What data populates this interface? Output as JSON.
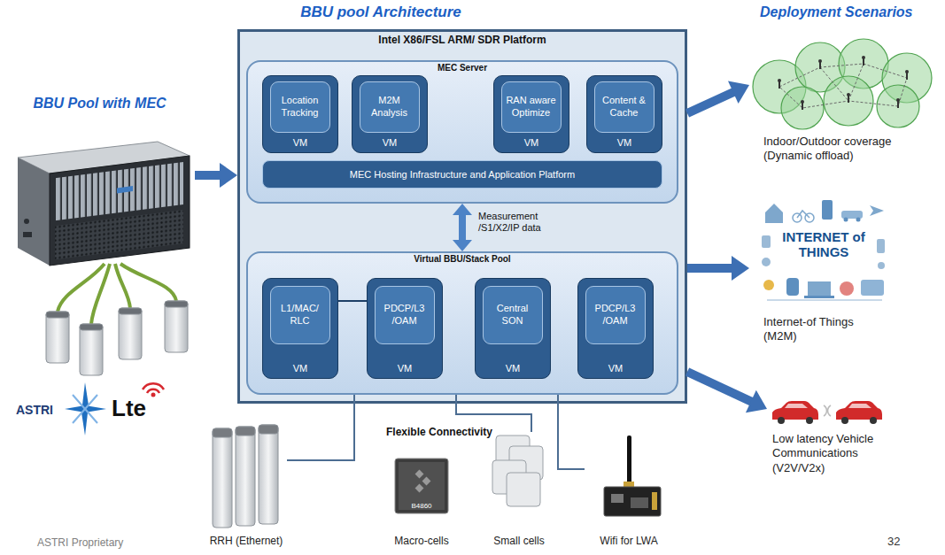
{
  "diagram": {
    "title": "BBU pool Architecture",
    "nodes": [
      {
        "text": [
          "BBU Pool with MEC"
        ]
      },
      {
        "text": [
          "Intel X86/FSL ARM/ SDR Platform"
        ]
      },
      {
        "text": [
          "MEC Server"
        ],
        "in": 1
      },
      {
        "text": [
          "VM"
        ],
        "in": 2
      },
      {
        "text": [
          "Location Tracking"
        ],
        "in": 3
      },
      {
        "text": [
          "VM"
        ],
        "in": 2
      },
      {
        "text": [
          "M2M Analysis"
        ],
        "in": 5
      },
      {
        "text": [
          "VM"
        ],
        "in": 2
      },
      {
        "text": [
          "RAN aware Optimize"
        ],
        "in": 7
      },
      {
        "text": [
          "VM"
        ],
        "in": 2
      },
      {
        "text": [
          "Content & Cache"
        ],
        "in": 9
      },
      {
        "text": [
          "MEC Hosting Infrastructure and Application Platform"
        ],
        "in": 2
      },
      {
        "text": [
          "Virtual BBU/Stack Pool"
        ],
        "in": 1
      },
      {
        "text": [
          "VM"
        ],
        "in": 12
      },
      {
        "text": [
          "L1/MAC/ RLC"
        ],
        "in": 13
      },
      {
        "text": [
          "VM"
        ],
        "in": 12
      },
      {
        "text": [
          "PDCP/L3 /OAM"
        ],
        "in": 15
      },
      {
        "text": [
          "VM"
        ],
        "in": 12
      },
      {
        "text": [
          "Central SON"
        ],
        "in": 17
      },
      {
        "text": [
          "VM"
        ],
        "in": 12
      },
      {
        "text": [
          "PDCP/L3 /OAM"
        ],
        "in": 19
      },
      {
        "text": [
          "Indoor/Outdoor coverage (Dynamic offload)"
        ]
      },
      {
        "text": [
          "Internet-of Things (M2M)"
        ]
      },
      {
        "text": [
          "Low latency Vehicle Communications (V2V/V2x)"
        ]
      },
      {
        "text": [
          "RRH (Ethernet)"
        ]
      },
      {
        "text": [
          "Macro-cells"
        ]
      },
      {
        "text": [
          "Small cells"
        ]
      },
      {
        "text": [
          "Wifi for LWA"
        ]
      }
    ],
    "edges": [
      {
        "from": 0,
        "to": 1,
        "arrow": "to"
      },
      {
        "from": 1,
        "to": 21,
        "arrow": "to"
      },
      {
        "from": 1,
        "to": 22,
        "arrow": "to"
      },
      {
        "from": 1,
        "to": 23,
        "arrow": "to"
      },
      {
        "from": 2,
        "to": 12,
        "label": "Measurement /S1/X2/IP data",
        "arrow": "both"
      },
      {
        "from": 13,
        "to": 15,
        "arrow": "none"
      },
      {
        "from": 12,
        "to": 24,
        "arrow": "none"
      },
      {
        "from": 12,
        "to": 26,
        "arrow": "none"
      },
      {
        "from": 12,
        "to": 27,
        "arrow": "none"
      }
    ],
    "labels": [
      "Deployment Scenarios",
      "ASTRI",
      "Lte",
      "INTERNET of THINGS",
      "Flexible Connectivity",
      "B4860",
      "ASTRI Proprietary",
      "32"
    ]
  }
}
